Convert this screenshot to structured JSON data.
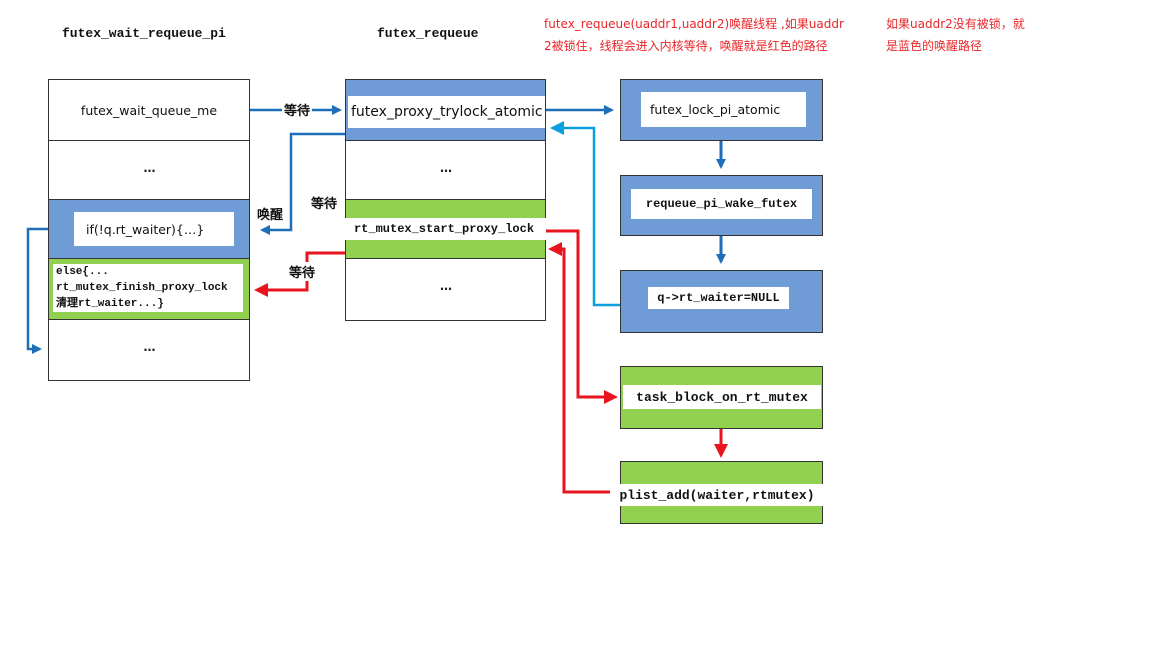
{
  "columns": {
    "left": {
      "title": "futex_wait_requeue_pi",
      "rows": [
        {
          "text": "futex_wait_queue_me",
          "style": "white"
        },
        {
          "text": "…",
          "style": "white"
        },
        {
          "text": "if(!q.rt_waiter){…}",
          "style": "blue"
        },
        {
          "lines": [
            "else{...",
            "rt_mutex_finish_proxy_lock",
            "清理rt_waiter...}"
          ],
          "style": "green"
        },
        {
          "text": "…",
          "style": "white"
        }
      ]
    },
    "middle": {
      "title": "futex_requeue",
      "rows": [
        {
          "text": "futex_proxy_trylock_atomic",
          "style": "blue"
        },
        {
          "text": "…",
          "style": "white"
        },
        {
          "text": "rt_mutex_start_proxy_lock",
          "style": "green"
        },
        {
          "text": "…",
          "style": "white"
        }
      ]
    },
    "right": {
      "boxes": [
        {
          "text": "futex_lock_pi_atomic",
          "style": "blue"
        },
        {
          "text": "requeue_pi_wake_futex",
          "style": "blue"
        },
        {
          "text": "q->rt_waiter=NULL",
          "style": "blue"
        },
        {
          "text": "task_block_on_rt_mutex",
          "style": "green"
        },
        {
          "text": "plist_add(waiter,rtmutex)",
          "style": "green"
        }
      ]
    }
  },
  "notes": {
    "red_path": [
      "futex_requeue(uaddr1,uaddr2)唤醒线程 ,如果uaddr",
      "2被锁住，线程会进入内核等待，唤醒就是红色的路径"
    ],
    "blue_path": [
      "如果uaddr2没有被锁，就",
      "是蓝色的唤醒路径"
    ]
  },
  "edge_labels": {
    "wait_top": "等待",
    "wake": "唤醒",
    "wait_mid": "等待",
    "wait_bottom": "等待"
  },
  "colors": {
    "blue_fill": "#6f9bd6",
    "green_fill": "#92d050",
    "dark_blue_arrow": "#1f6fb8",
    "light_blue_arrow": "#0aa0e0",
    "red_arrow": "#e8141e",
    "note_red": "#e8262a"
  }
}
